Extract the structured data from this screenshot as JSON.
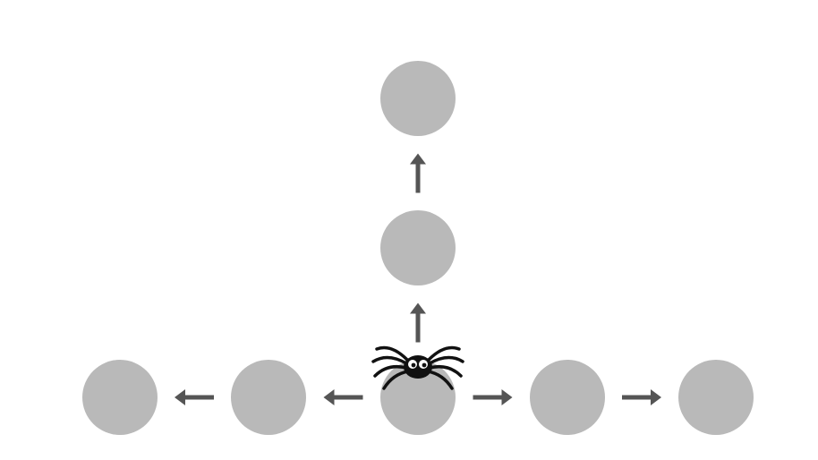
{
  "diagram": {
    "node_fill": "#b9b9b9",
    "arrow_color": "#555555",
    "spider_color": "#111111",
    "spider_icon": "spider-icon",
    "nodes": [
      {
        "id": "top",
        "col": 2,
        "row": 0
      },
      {
        "id": "middle",
        "col": 2,
        "row": 1
      },
      {
        "id": "center",
        "col": 2,
        "row": 2
      },
      {
        "id": "left-near",
        "col": 1,
        "row": 2
      },
      {
        "id": "left-far",
        "col": 0,
        "row": 2
      },
      {
        "id": "right-near",
        "col": 3,
        "row": 2
      },
      {
        "id": "right-far",
        "col": 4,
        "row": 2
      }
    ],
    "arrows": [
      {
        "from": "center",
        "to": "middle"
      },
      {
        "from": "middle",
        "to": "top"
      },
      {
        "from": "center",
        "to": "left-near"
      },
      {
        "from": "left-near",
        "to": "left-far"
      },
      {
        "from": "center",
        "to": "right-near"
      },
      {
        "from": "right-near",
        "to": "right-far"
      }
    ],
    "spider_at": "center"
  }
}
